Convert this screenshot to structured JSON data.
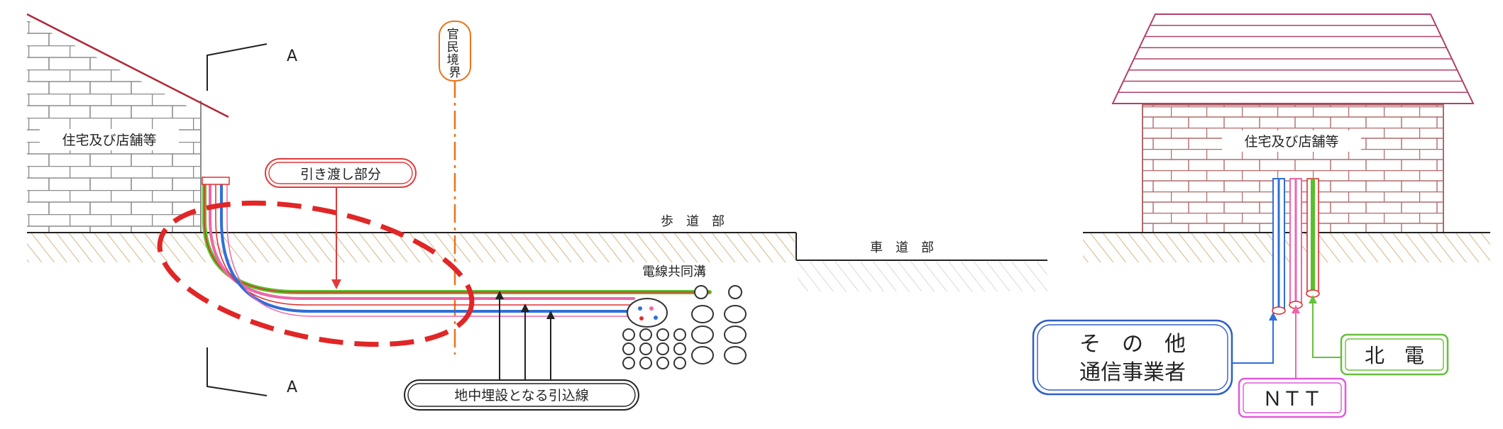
{
  "left_diagram": {
    "building_label": "住宅及び店舗等",
    "section_marker_top": "A",
    "section_marker_bottom": "A",
    "boundary_label": "官民境界",
    "handover_label": "引き渡し部分",
    "sidewalk_label": "歩　道　部",
    "roadway_label": "車　道　部",
    "conduit_label": "電線共同溝",
    "service_line_label": "地中埋設となる引込線"
  },
  "right_diagram": {
    "building_label": "住宅及び店舗等",
    "other_carriers_line1": "そ　の　他",
    "other_carriers_line2": "通信事業者",
    "ntt_label": "ＮＴＴ",
    "hokuden_label": "北　電"
  },
  "colors": {
    "brick": "#8a8a8a",
    "roof_left": "#b0283a",
    "roof_right": "#b0406a",
    "hatch": "#c8a46a",
    "hatch_road": "#c8c8c8",
    "boundary": "#e8741a",
    "handover": "#e03a3a",
    "cable_green": "#58c02a",
    "cable_pink": "#ee66aa",
    "cable_blue": "#2f6fd8",
    "cable_red": "#e03030",
    "ntt_box": "#e05ad8",
    "hokuden_box": "#66c03a",
    "carriers_box": "#2f5fc8"
  }
}
